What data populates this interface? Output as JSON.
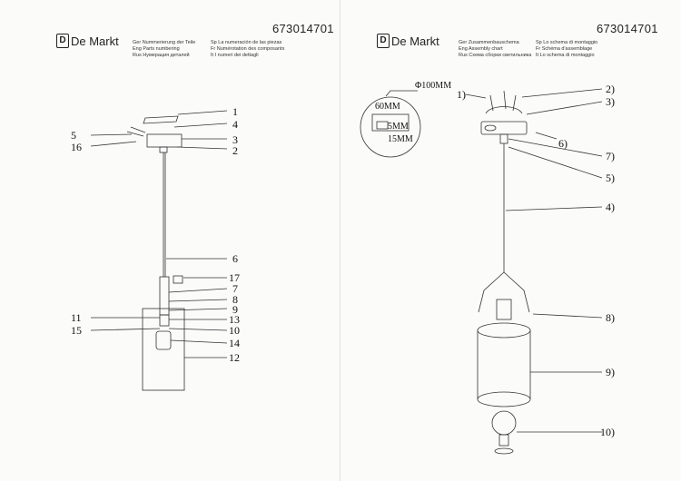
{
  "left": {
    "brand": "De Markt",
    "code": "673014701",
    "lang_col1": [
      "Ger Nummerierung der Teile",
      "Eng Parts numbering",
      "Rus Нумерация деталей"
    ],
    "lang_col2": [
      "Sp La numeración de las piezas",
      "Fr Numérotation des composants",
      "It I numeri dei dettagli"
    ],
    "labels": [
      "1",
      "4",
      "3",
      "2",
      "5",
      "16",
      "6",
      "17",
      "7",
      "8",
      "9",
      "13",
      "10",
      "14",
      "12",
      "11",
      "15"
    ]
  },
  "right": {
    "brand": "De Markt",
    "code": "673014701",
    "lang_col1": [
      "Ger Zusammenbauschema",
      "Eng Assembly chart",
      "Rus Схема сборки светильника"
    ],
    "lang_col2": [
      "Sp Lo schema di montaggio",
      "Fr Schéma d'assemblage",
      "It Lo schema di montaggio"
    ],
    "detail": {
      "diameter": "Φ100MM",
      "d1": "60MM",
      "d2": "5MM",
      "d3": "15MM"
    },
    "labels": [
      "1)",
      "2)",
      "3)",
      "6)",
      "7)",
      "5)",
      "4)",
      "8)",
      "9)",
      "10)"
    ]
  }
}
